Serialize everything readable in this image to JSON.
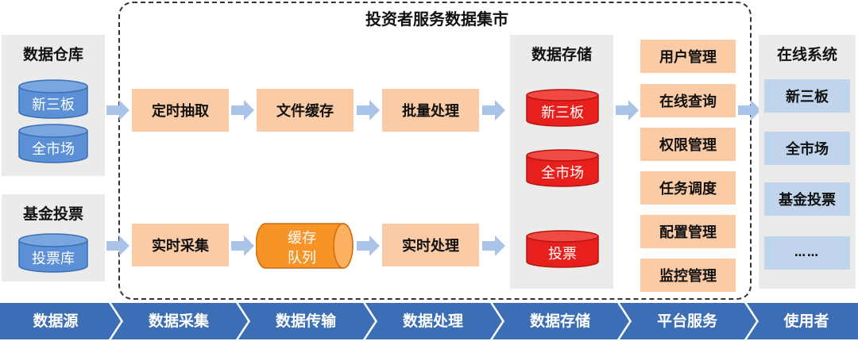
{
  "market_title": "投资者服务数据集市",
  "source_panels": [
    {
      "title": "数据仓库",
      "db": [
        "新三板",
        "全市场"
      ]
    },
    {
      "title": "基金投票",
      "db": [
        "投票库"
      ]
    }
  ],
  "pipeline": {
    "row1": [
      "定时抽取",
      "文件缓存",
      "批量处理"
    ],
    "row2": [
      "实时采集",
      "缓存队列",
      "实时处理"
    ],
    "queue_lines": [
      "缓存",
      "队列"
    ]
  },
  "storage": {
    "title": "数据存储",
    "db": [
      "新三板",
      "全市场",
      "投票"
    ]
  },
  "services": [
    "用户管理",
    "在线查询",
    "权限管理",
    "任务调度",
    "配置管理",
    "监控管理"
  ],
  "online": {
    "title": "在线系统",
    "items": [
      "新三板",
      "全市场",
      "基金投票",
      "……"
    ]
  },
  "flow": [
    "数据源",
    "数据采集",
    "数据传输",
    "数据处理",
    "数据存储",
    "平台服务",
    "使用者"
  ],
  "colors": {
    "arrow": "#a9c4e8",
    "flow": "#3b6eb5",
    "db_blue": "#5b8fd6",
    "db_red": "#e8201d",
    "box": "#fbcba6",
    "queue": "#f79427"
  }
}
